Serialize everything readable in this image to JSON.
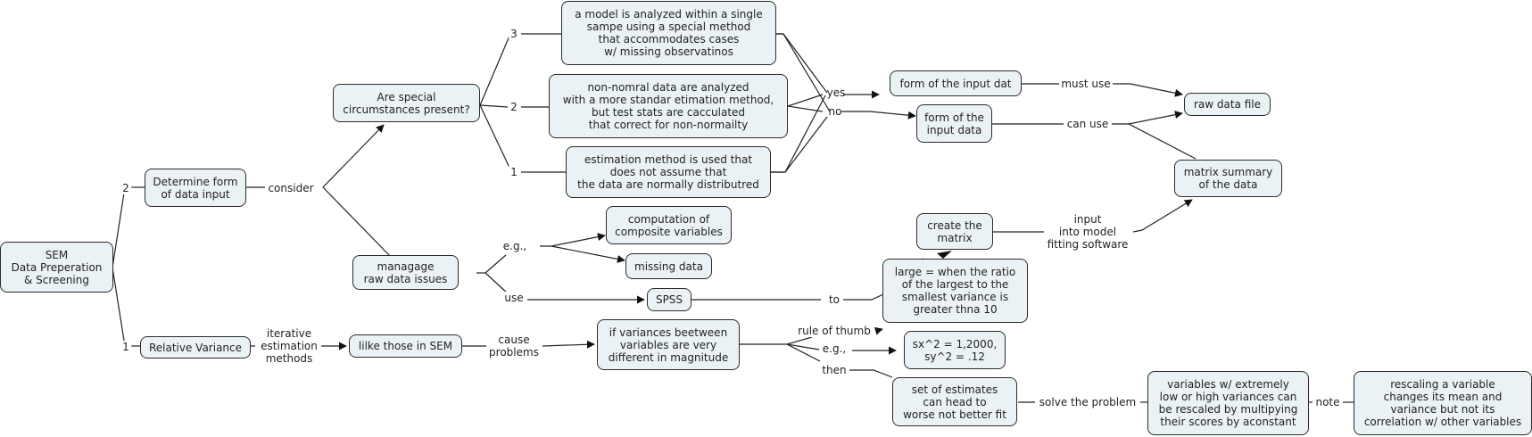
{
  "map_title": "SEM Data Preperation & Screening",
  "nodes": {
    "root": "SEM\nData Preperation\n& Screening",
    "determine_form": "Determine form\nof data input",
    "relative_variance": "Relative Variance",
    "special_circumstances": "Are special\ncircumstances present?",
    "manage_raw": "managage\nraw data issues",
    "model_single_sample": "a model is analyzed within a single\nsampe using a special method\nthat accommodates cases\nw/ missing observatinos",
    "nonnormal": "non-nomral data are analyzed\nwith a more standar etimation method,\nbut test stats are cacculated\nthat correct for non-normailty",
    "estimation_method": "estimation method is used that\ndoes not assume that\nthe data are normally distributred",
    "form_input_dat": "form of the input dat",
    "form_input_data": "form of the\ninput data",
    "raw_data_file": "raw data file",
    "matrix_summary": "matrix summary\nof the data",
    "computation_composite": "computation of\ncomposite variables",
    "missing_data": "missing data",
    "spss": "SPSS",
    "create_matrix": "create the\nmatrix",
    "large_ratio": "large = when the ratio\nof the largest to the\nsmallest variance is\ngreater thna 10",
    "like_sem": "lilke those in SEM",
    "variances_different": "if variances beetween\nvariables are very\ndifferent in magnitude",
    "sx_example": "sx^2 = 1,2000,\nsy^2 = .12",
    "set_estimates": "set of estimates\ncan head to\nworse not better fit",
    "rescale": "variables w/ extremely\nlow or high variances can\nbe rescaled by multipying\ntheir scores by aconstant",
    "rescaling_note": "rescaling a variable\nchanges its mean and\nvariance but not its\ncorrelation w/ other variables"
  },
  "links": {
    "two_top": "2",
    "one_bottom": "1",
    "consider": "consider",
    "three": "3",
    "two": "2",
    "one": "1",
    "yes": "yes",
    "no": "no",
    "must_use": "must use",
    "can_use": "can use",
    "eg_manage": "e.g.,",
    "use": "use",
    "to": "to",
    "input_model": "input\ninto model\nfitting software",
    "iterative": "iterative\nestimation\nmethods",
    "cause_problems": "cause\nproblems",
    "rule_of_thumb": "rule of thumb",
    "eg_variance": "e.g.,",
    "then": "then",
    "solve_problem": "solve the problem",
    "note": "note"
  }
}
